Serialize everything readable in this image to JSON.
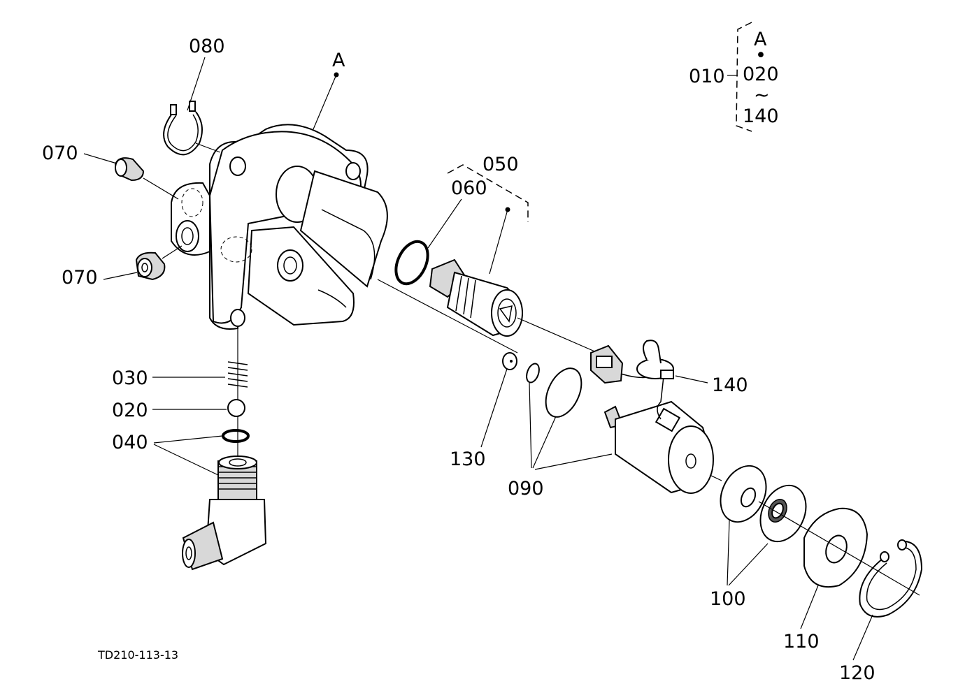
{
  "diagram": {
    "labels": {
      "p010": "010",
      "p020": "020",
      "p030": "030",
      "p040": "040",
      "p050": "050",
      "p060": "060",
      "p070_top": "070",
      "p070_bottom": "070",
      "p080": "080",
      "p090": "090",
      "p100": "100",
      "p110": "110",
      "p120": "120",
      "p130": "130",
      "p140": "140",
      "assembly_a": "A"
    },
    "legend": {
      "assembly": "A",
      "dot": "•",
      "from": "020",
      "tilde": "~",
      "to": "140"
    },
    "drawing_code": "TD210-113-13"
  }
}
